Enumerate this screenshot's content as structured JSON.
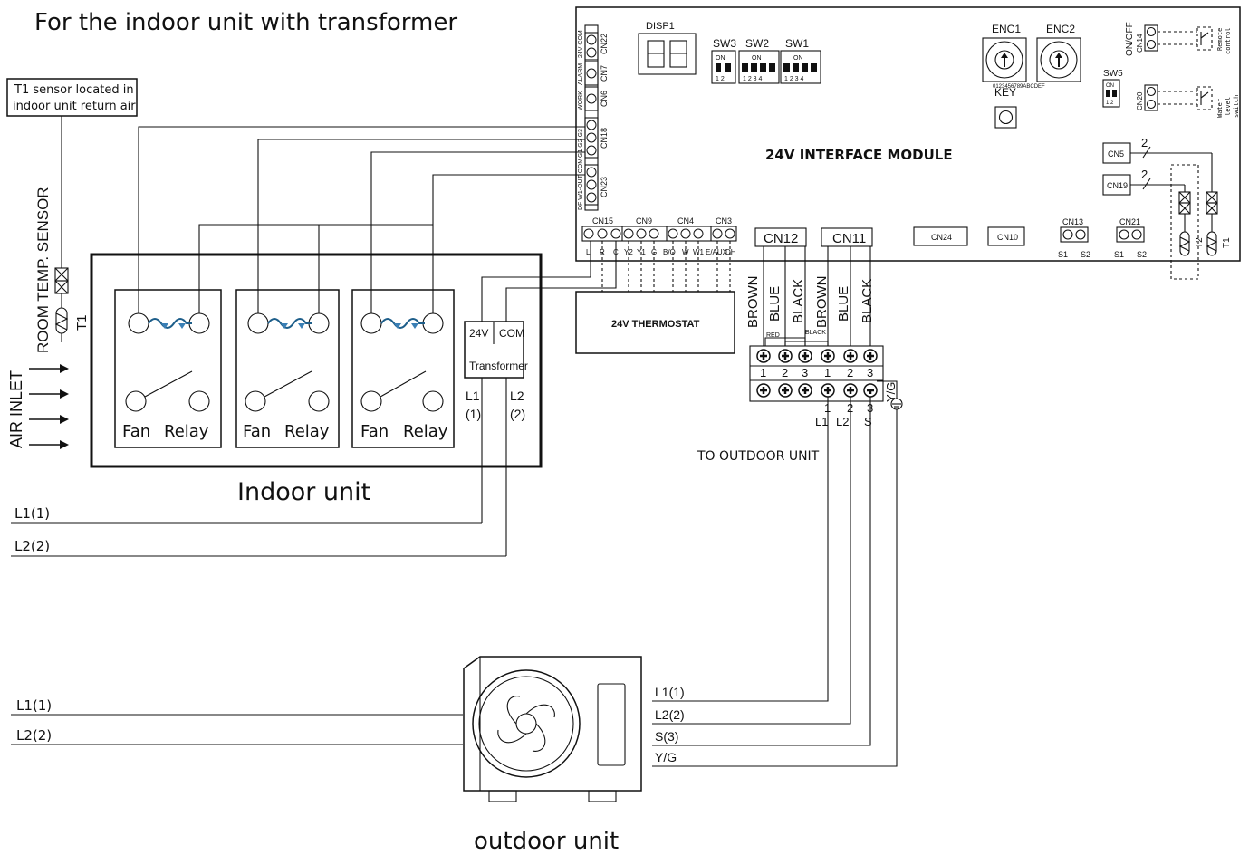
{
  "title": "For the indoor unit with transformer",
  "sensor_box": {
    "line1": "T1 sensor located in",
    "line2": "indoor unit return air"
  },
  "room_sensor": {
    "label": "ROOM TEMP. SENSOR",
    "tag": "T1"
  },
  "air_inlet": "AIR INLET",
  "indoor_unit": {
    "label": "Indoor unit",
    "fan_label": "Fan",
    "relay_label": "Relay",
    "transformer": {
      "v24": "24V",
      "com": "COM",
      "name": "Transformer",
      "l1": "L1",
      "l1n": "(1)",
      "l2": "L2",
      "l2n": "(2)"
    }
  },
  "left_wires": {
    "l1": "L1(1)",
    "l2": "L2(2)"
  },
  "module": {
    "name": "24V INTERFACE MODULE",
    "disp": "DISP1",
    "switches": [
      {
        "name": "SW3",
        "on": "ON",
        "nums": "1 2"
      },
      {
        "name": "SW2",
        "on": "ON",
        "nums": "1 2 3 4"
      },
      {
        "name": "SW1",
        "on": "ON",
        "nums": "1 2 3 4"
      }
    ],
    "enc1": "ENC1",
    "enc2": "ENC2",
    "enc_digits": "0123456789ABCDEF",
    "key": "KEY",
    "sw5": "SW5",
    "sw5_on": "ON",
    "sw5_nums": "1 2",
    "left_conns": [
      {
        "name": "CN22",
        "pins": "24V COM"
      },
      {
        "name": "CN7",
        "pins": "ALARM"
      },
      {
        "name": "CN6",
        "pins": "WORK"
      },
      {
        "name": "CN18",
        "pins": "G1 G2 G3"
      },
      {
        "name": "CN23",
        "pins": "DF W1-OUT COM"
      }
    ],
    "bottom_conns": [
      "CN15",
      "CN9",
      "CN4",
      "CN3"
    ],
    "terminals": [
      "L",
      "R",
      "C",
      "Y2",
      "Y1",
      "G",
      "B/O",
      "W",
      "W1",
      "E/AUX",
      "DH"
    ],
    "cn12": "CN12",
    "cn11": "CN11",
    "cn24": "CN24",
    "cn10": "CN10",
    "cn13": "CN13",
    "cn21": "CN21",
    "s1": "S1",
    "s2": "S2",
    "cn5": "CN5",
    "cn19": "CN19",
    "wire_count": "2",
    "cn14": "CN14",
    "onoff": "ON/OFF",
    "cn20": "CN20",
    "remote": [
      "Remote",
      "control"
    ],
    "water": [
      "Water",
      "level",
      "switch"
    ],
    "t2": "T2",
    "t1": "T1"
  },
  "thermostat": "24V THERMOSTAT",
  "wire_colors": [
    "BROWN",
    "BLUE",
    "BLACK",
    "BROWN",
    "BLUE",
    "BLACK"
  ],
  "terminal_block": {
    "red": "RED",
    "black": "BLACK",
    "nums": [
      "1",
      "2",
      "3",
      "1",
      "2",
      "3"
    ],
    "bottom_nums": [
      "1",
      "2",
      "3"
    ],
    "bottom_labels": [
      "L1",
      "L2",
      "S"
    ],
    "yg": "Y/G"
  },
  "to_outdoor": "TO OUTDOOR UNIT",
  "outdoor_wires": [
    "L1(1)",
    "L2(2)",
    "S(3)",
    "Y/G"
  ],
  "outdoor_left": {
    "l1": "L1(1)",
    "l2": "L2(2)"
  },
  "outdoor_unit": "outdoor unit"
}
